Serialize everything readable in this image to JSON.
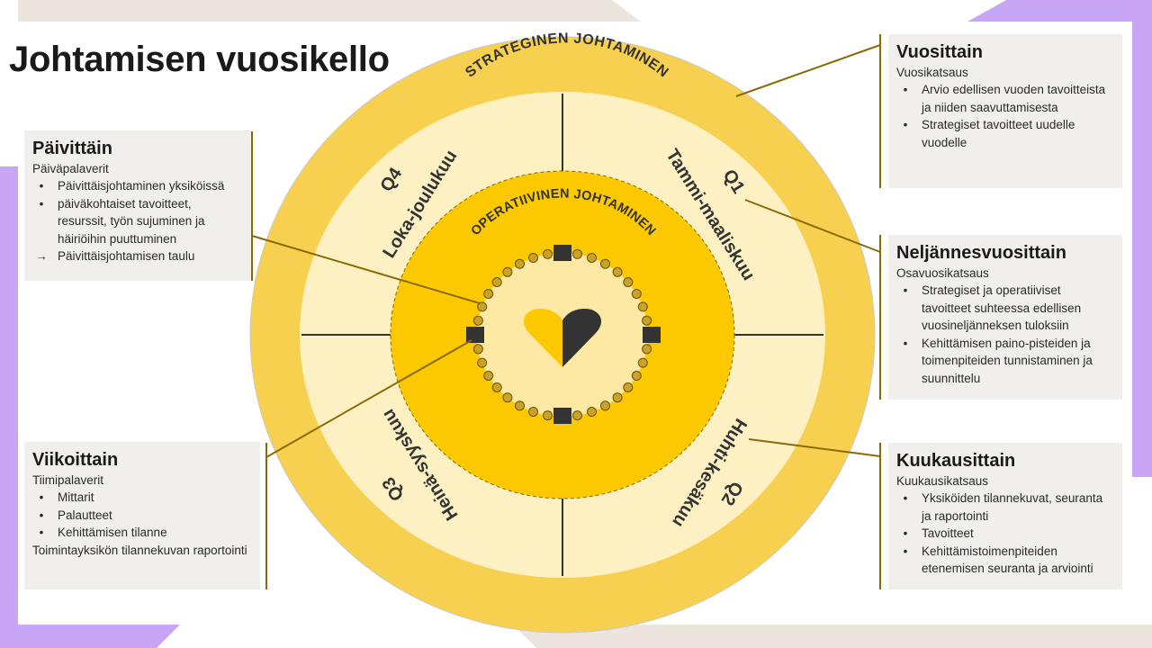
{
  "title": "Johtamisen vuosikello",
  "wheel": {
    "outer_ring_label": "STRATEGINEN JOHTAMINEN",
    "inner_ring_label": "OPERATIIVINEN JOHTAMINEN",
    "quarters": {
      "q1": {
        "code": "Q1",
        "months": "Tammi-maaliskuu"
      },
      "q2": {
        "code": "Q2",
        "months": "Huhti-kesäkuu"
      },
      "q3": {
        "code": "Q3",
        "months": "Heinä-syyskuu"
      },
      "q4": {
        "code": "Q4",
        "months": "Loka-joulukuu"
      }
    },
    "center_icon": "heart-icon"
  },
  "panels": {
    "paivittain": {
      "title": "Päivittäin",
      "subtitle": "Päiväpalaverit",
      "items": [
        {
          "marker": "•",
          "text": "Päivittäisjohtaminen yksiköissä"
        },
        {
          "marker": "•",
          "text": "päiväkohtaiset tavoitteet, resurssit, työn sujuminen ja häiriöihin puuttuminen"
        },
        {
          "marker": "→",
          "text": "Päivittäisjohtamisen taulu"
        }
      ]
    },
    "viikoittain": {
      "title": "Viikoittain",
      "subtitle": "Tiimipalaverit",
      "items": [
        {
          "marker": "•",
          "text": "Mittarit"
        },
        {
          "marker": "•",
          "text": "Palautteet"
        },
        {
          "marker": "•",
          "text": "Kehittämisen tilanne"
        }
      ],
      "footer": "Toimintayksikön tilannekuvan raportointi"
    },
    "vuosittain": {
      "title": "Vuosittain",
      "subtitle": "Vuosikatsaus",
      "items": [
        {
          "marker": "•",
          "text": "Arvio edellisen vuoden tavoitteista ja niiden saavuttamisesta"
        },
        {
          "marker": "•",
          "text": "Strategiset tavoitteet uudelle vuodelle"
        }
      ]
    },
    "neljannes": {
      "title": "Neljännesvuosittain",
      "subtitle": "Osavuosikatsaus",
      "items": [
        {
          "marker": "•",
          "text": "Strategiset ja operatiiviset tavoitteet suhteessa edellisen vuosineljänneksen tuloksiin"
        },
        {
          "marker": "•",
          "text": "Kehittämisen paino-pisteiden ja toimenpiteiden  tunnistaminen ja suunnittelu"
        }
      ]
    },
    "kuukausittain": {
      "title": "Kuukausittain",
      "subtitle": "Kuukausikatsaus",
      "items": [
        {
          "marker": "•",
          "text": "Yksiköiden tilannekuvat, seuranta ja raportointi"
        },
        {
          "marker": "•",
          "text": "Tavoitteet"
        },
        {
          "marker": "•",
          "text": "Kehittämistoimenpiteiden etenemisen seuranta ja arviointi"
        }
      ]
    }
  },
  "colors": {
    "outer_ring": "#f7d04f",
    "quarter_fill": "#fdf1c4",
    "inner_disc": "#fcc800",
    "inner_ring": "#fde9a3",
    "connector": "#8a6a05",
    "bead": "#c9a227",
    "accent_purple": "#c9a6f5",
    "accent_beige": "#ebe5dd",
    "heart_yellow": "#fcc800",
    "heart_dark": "#333333"
  }
}
